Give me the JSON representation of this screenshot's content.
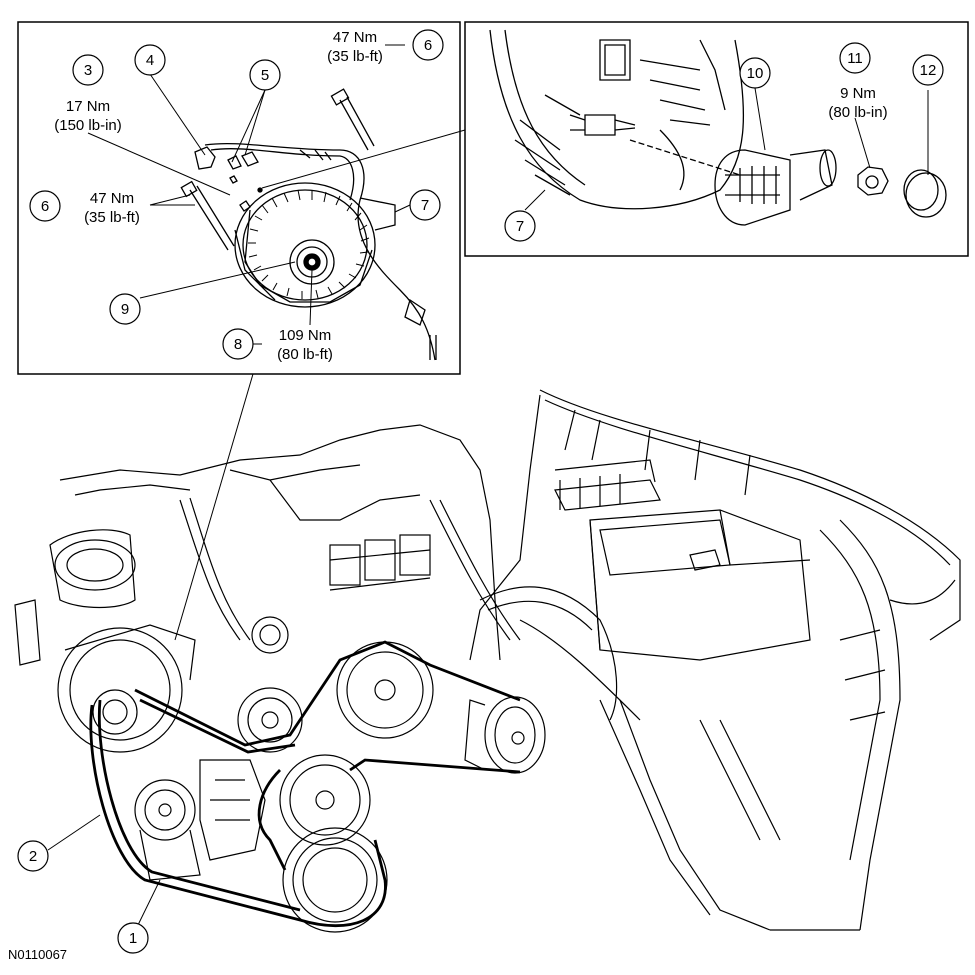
{
  "figure_id": "N0110067",
  "callouts": {
    "c1": "1",
    "c2": "2",
    "c3": "3",
    "c4": "4",
    "c5": "5",
    "c6a": "6",
    "c6b": "6",
    "c7a": "7",
    "c7b": "7",
    "c8": "8",
    "c9": "9",
    "c10": "10",
    "c11": "11",
    "c12": "12"
  },
  "torque": {
    "t3_nm": "17 Nm",
    "t3_imp": "(150 lb-in)",
    "t6a_nm": "47 Nm",
    "t6a_imp": "(35 lb-ft)",
    "t6b_nm": "47 Nm",
    "t6b_imp": "(35 lb-ft)",
    "t8_nm": "109 Nm",
    "t8_imp": "(80 lb-ft)",
    "t11_nm": "9 Nm",
    "t11_imp": "(80 lb-in)"
  }
}
